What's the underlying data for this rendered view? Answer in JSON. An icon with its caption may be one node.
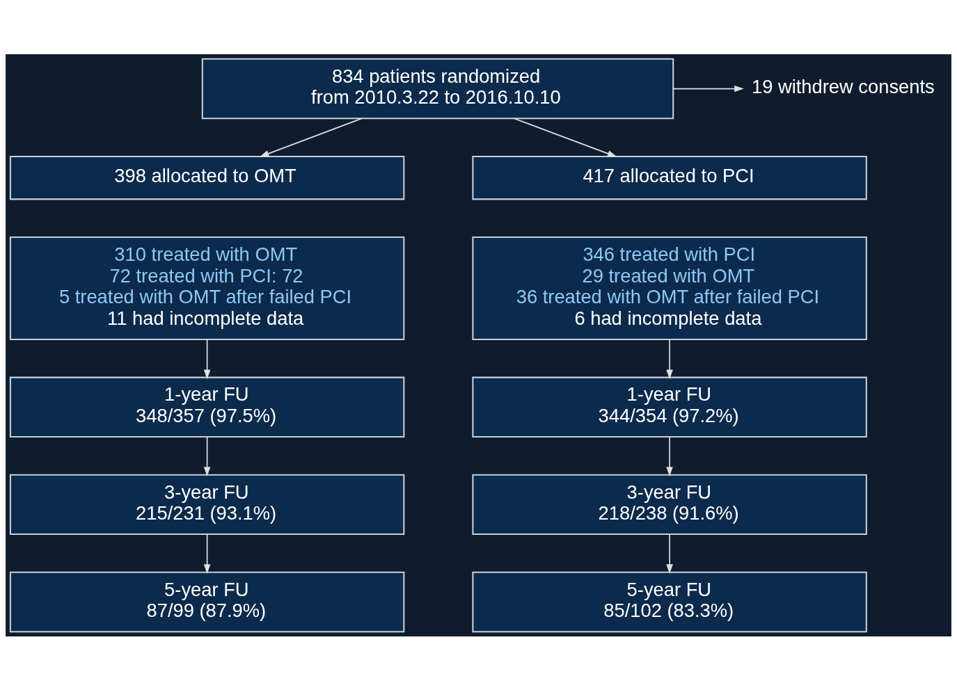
{
  "diagram": {
    "nodes": [
      {
        "text": [
          "834 patients randomized",
          "from 2010.3.22 to 2016.10.10"
        ]
      },
      {
        "text": [
          "19 withdrew consents"
        ]
      },
      {
        "text": [
          "398 allocated to OMT"
        ]
      },
      {
        "text": [
          "417 allocated to PCI"
        ]
      },
      {
        "text": [
          "310 treated with OMT",
          "72 treated with PCI: 72",
          "5 treated with OMT after failed PCI",
          "11 had incomplete data"
        ]
      },
      {
        "text": [
          "346 treated with PCI",
          "29 treated with OMT",
          "36 treated with OMT after failed PCI",
          "6 had incomplete data"
        ]
      },
      {
        "text": [
          "1-year FU",
          "348/357 (97.5%)"
        ]
      },
      {
        "text": [
          "1-year FU",
          "344/354 (97.2%)"
        ]
      },
      {
        "text": [
          "3-year FU",
          "215/231 (93.1%)"
        ]
      },
      {
        "text": [
          "3-year FU",
          "218/238 (91.6%)"
        ]
      },
      {
        "text": [
          "5-year FU",
          "87/99 (87.9%)"
        ]
      },
      {
        "text": [
          "5-year FU",
          "85/102 (83.3%)"
        ]
      }
    ],
    "edges": [
      {
        "from": 0,
        "to": 1,
        "arrow": "to"
      },
      {
        "from": 0,
        "to": 2,
        "arrow": "to"
      },
      {
        "from": 0,
        "to": 3,
        "arrow": "to"
      },
      {
        "from": 4,
        "to": 6,
        "arrow": "to"
      },
      {
        "from": 5,
        "to": 7,
        "arrow": "to"
      },
      {
        "from": 6,
        "to": 8,
        "arrow": "to"
      },
      {
        "from": 8,
        "to": 10,
        "arrow": "to"
      },
      {
        "from": 7,
        "to": 9,
        "arrow": "to"
      },
      {
        "from": 9,
        "to": 11,
        "arrow": "to"
      }
    ]
  }
}
